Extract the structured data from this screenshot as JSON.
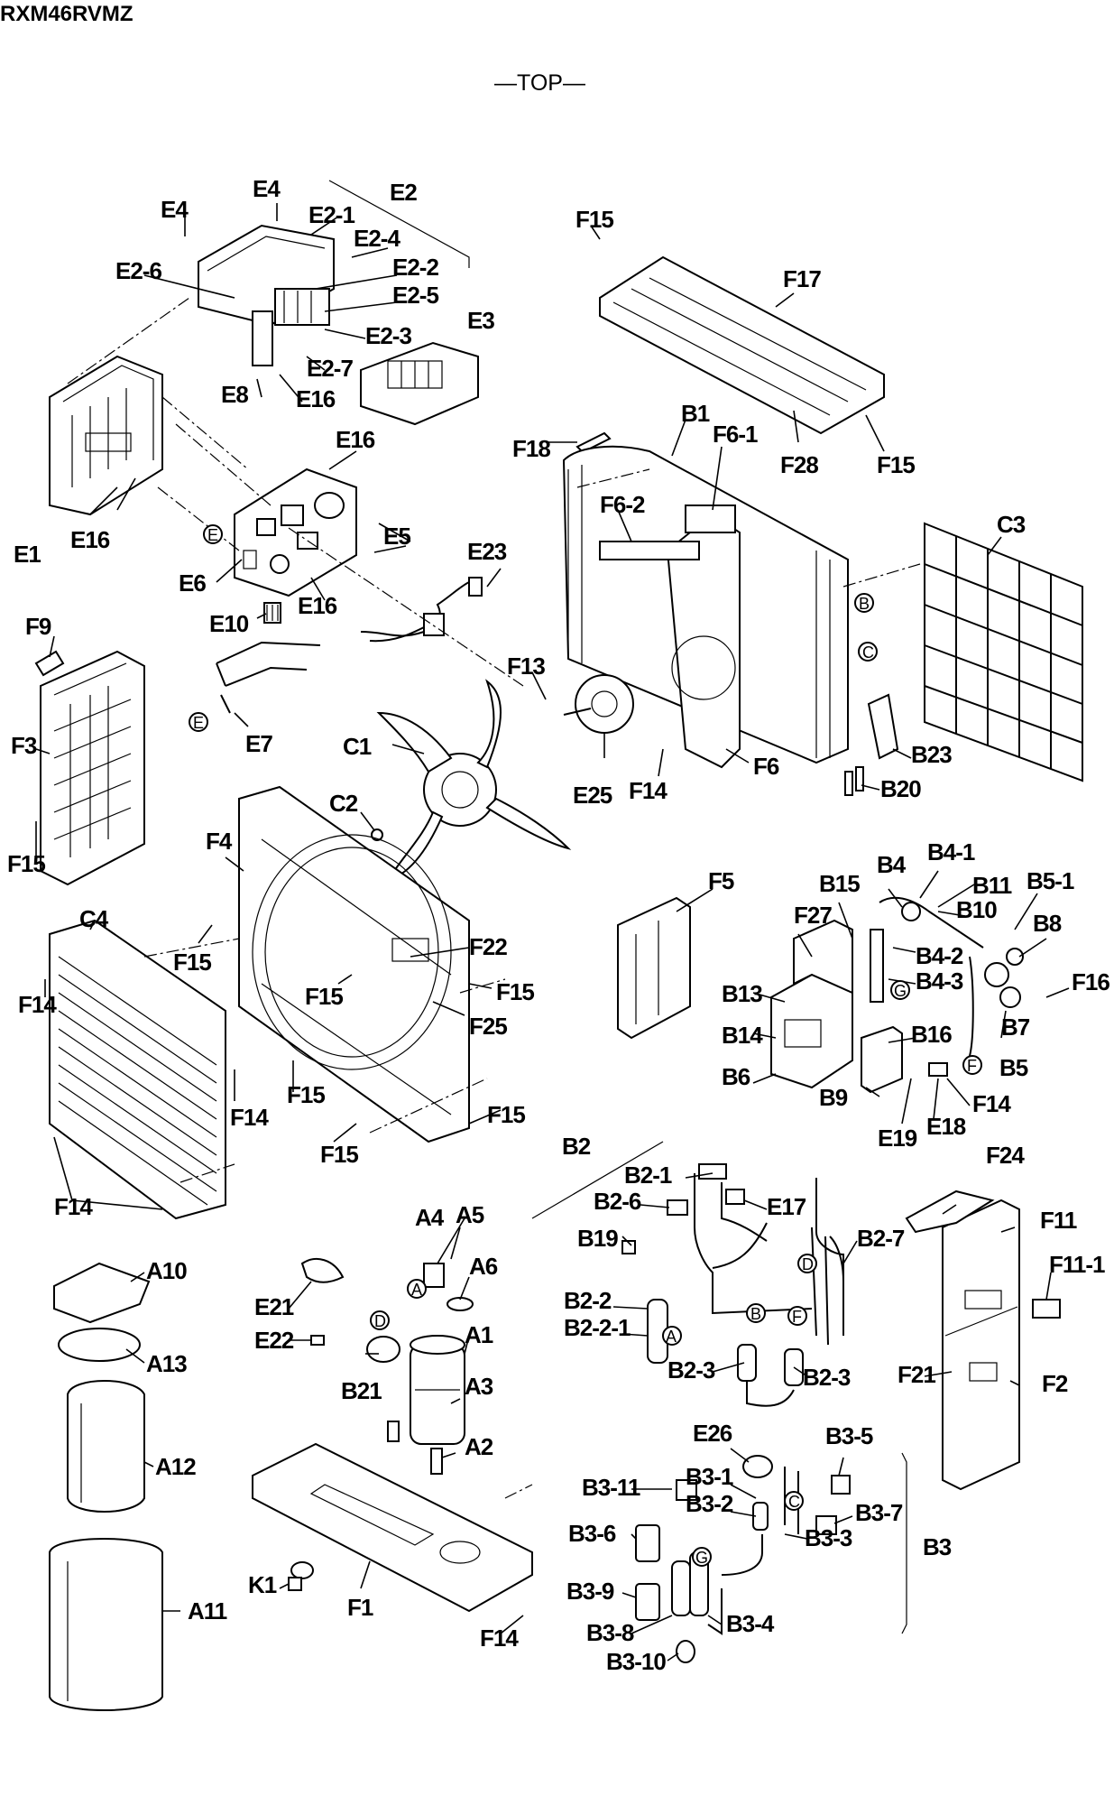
{
  "header": {
    "model": "RXM46RVMZ",
    "view": "—TOP—"
  },
  "labels": {
    "A1": "A1",
    "A2": "A2",
    "A3": "A3",
    "A4": "A4",
    "A5": "A5",
    "A6": "A6",
    "A10": "A10",
    "A11": "A11",
    "A12": "A12",
    "A13": "A13",
    "B1": "B1",
    "B2": "B2",
    "B2_1": "B2-1",
    "B2_2": "B2-2",
    "B2_2_1": "B2-2-1",
    "B2_3a": "B2-3",
    "B2_3b": "B2-3",
    "B2_6": "B2-6",
    "B2_7": "B2-7",
    "B3": "B3",
    "B3_1": "B3-1",
    "B3_2": "B3-2",
    "B3_3": "B3-3",
    "B3_4": "B3-4",
    "B3_5": "B3-5",
    "B3_6": "B3-6",
    "B3_7": "B3-7",
    "B3_8": "B3-8",
    "B3_9": "B3-9",
    "B3_10": "B3-10",
    "B3_11": "B3-11",
    "B4": "B4",
    "B4_1": "B4-1",
    "B4_2": "B4-2",
    "B4_3": "B4-3",
    "B5": "B5",
    "B5_1": "B5-1",
    "B6": "B6",
    "B7": "B7",
    "B8": "B8",
    "B9": "B9",
    "B10": "B10",
    "B11": "B11",
    "B13": "B13",
    "B14": "B14",
    "B15": "B15",
    "B16": "B16",
    "B19": "B19",
    "B20": "B20",
    "B21": "B21",
    "B23": "B23",
    "C1": "C1",
    "C2": "C2",
    "C3": "C3",
    "C4": "C4",
    "E1": "E1",
    "E2": "E2",
    "E2_1": "E2-1",
    "E2_2": "E2-2",
    "E2_3": "E2-3",
    "E2_4": "E2-4",
    "E2_5": "E2-5",
    "E2_6": "E2-6",
    "E2_7": "E2-7",
    "E3": "E3",
    "E4a": "E4",
    "E4b": "E4",
    "E5": "E5",
    "E6": "E6",
    "E7": "E7",
    "E8": "E8",
    "E10": "E10",
    "E16a": "E16",
    "E16b": "E16",
    "E16c": "E16",
    "E16d": "E16",
    "E17": "E17",
    "E18": "E18",
    "E19": "E19",
    "E21": "E21",
    "E22": "E22",
    "E23": "E23",
    "E25": "E25",
    "E26": "E26",
    "F1": "F1",
    "F2": "F2",
    "F3": "F3",
    "F4": "F4",
    "F5": "F5",
    "F6": "F6",
    "F6_1": "F6-1",
    "F6_2": "F6-2",
    "F9": "F9",
    "F11": "F11",
    "F11_1": "F11-1",
    "F13": "F13",
    "F14a": "F14",
    "F14b": "F14",
    "F14c": "F14",
    "F14d": "F14",
    "F14e": "F14",
    "F14f": "F14",
    "F15a": "F15",
    "F15b": "F15",
    "F15c": "F15",
    "F15d": "F15",
    "F15e": "F15",
    "F15f": "F15",
    "F15g": "F15",
    "F15h": "F15",
    "F15i": "F15",
    "F16": "F16",
    "F17": "F17",
    "F18": "F18",
    "F21": "F21",
    "F22": "F22",
    "F24": "F24",
    "F25": "F25",
    "F27": "F27",
    "F28": "F28",
    "K1": "K1"
  },
  "markers": {
    "A1": "A",
    "A2": "A",
    "B1": "B",
    "B2": "B",
    "C1": "C",
    "C2": "C",
    "D1": "D",
    "D2": "D",
    "E1": "E",
    "E2": "E",
    "F1": "F",
    "F2": "F",
    "G1": "G",
    "G2": "G"
  }
}
